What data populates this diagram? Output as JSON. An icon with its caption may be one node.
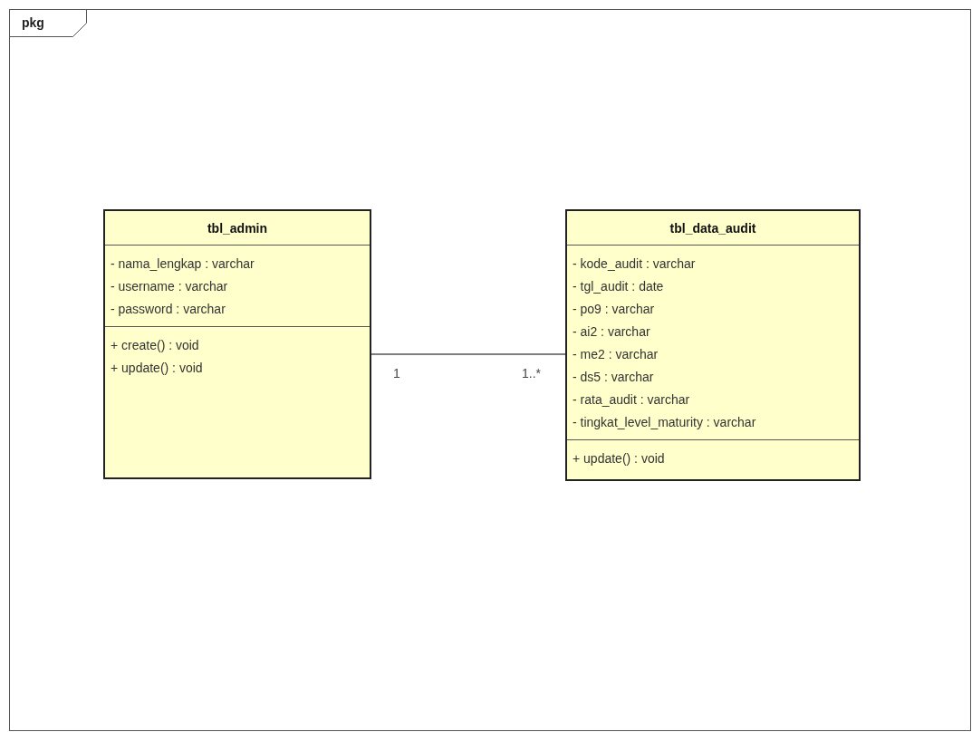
{
  "diagram": {
    "nodes": [
      {
        "text": [
          "pkg"
        ]
      },
      {
        "text": [
          "tbl_admin",
          "- nama_lengkap : varchar",
          "- username : varchar",
          "- password : varchar",
          "+ create() : void",
          "+ update() : void"
        ],
        "in": 0
      },
      {
        "text": [
          "tbl_data_audit",
          "- kode_audit : varchar",
          "- tgl_audit : date",
          "- po9 : varchar",
          "- ai2 : varchar",
          "- me2 : varchar",
          "- ds5 : varchar",
          "- rata_audit : varchar",
          "- tingkat_level_maturity : varchar",
          "+ update() : void"
        ],
        "in": 0
      }
    ],
    "edges": [
      {
        "from": 1,
        "to": 2,
        "arrow": "none"
      }
    ],
    "labels": [
      "1",
      "1..*"
    ]
  }
}
